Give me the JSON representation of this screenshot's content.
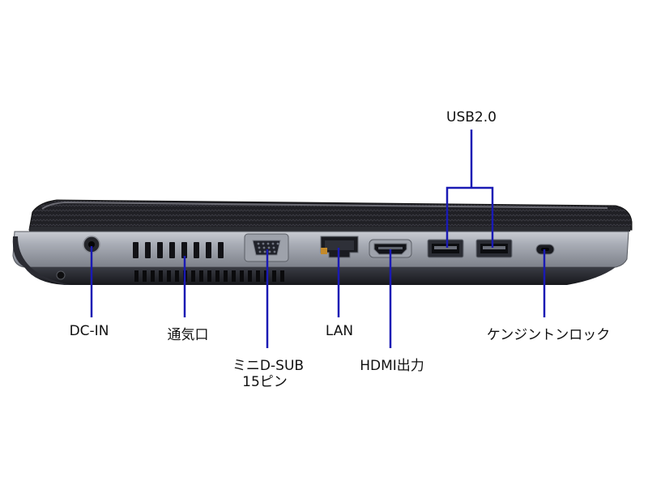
{
  "callouts": {
    "dc_in": "DC-IN",
    "vent": "通気口",
    "vga_line1": "ミニD-SUB",
    "vga_line2": "15ピン",
    "lan": "LAN",
    "hdmi": "HDMI出力",
    "usb": "USB2.0",
    "kensington": "ケンジントンロック"
  },
  "colors": {
    "leader_line": "#1a1ab4",
    "label_text": "#111111",
    "chassis_dark": "#1b1b1f",
    "chassis_body": "#5a5d66",
    "port_panel": "#b7bac1"
  }
}
